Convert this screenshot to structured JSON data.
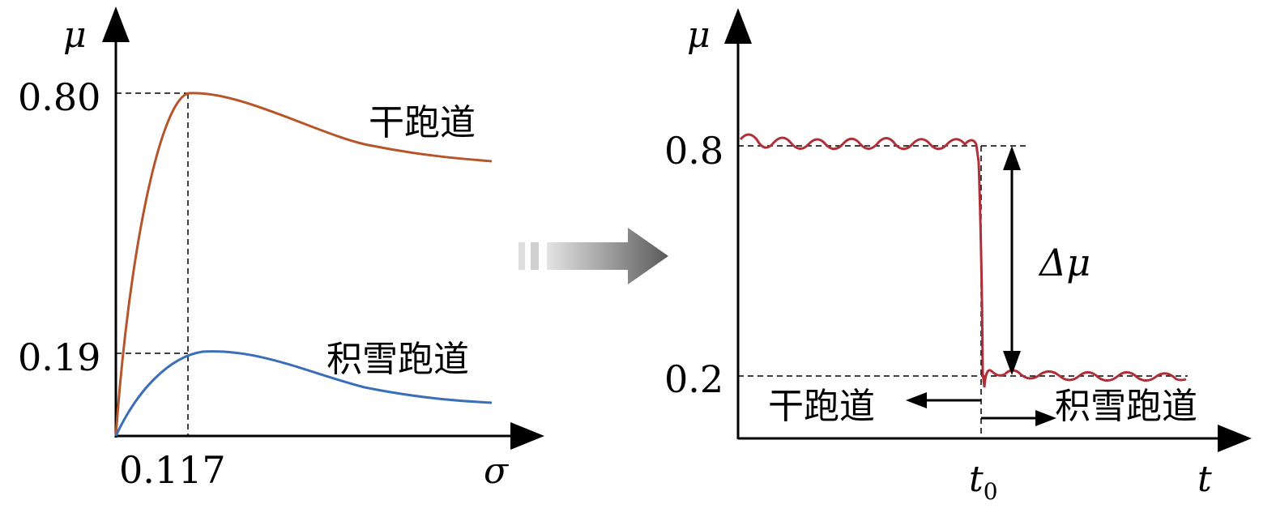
{
  "left_chart": {
    "y_axis_label": "μ",
    "x_axis_label": "σ",
    "y_tick_high": "0.80",
    "y_tick_low": "0.19",
    "x_tick_peak": "0.117",
    "dry_label": "干跑道",
    "snow_label": "积雪跑道",
    "dry_color": "#b5562a",
    "snow_color": "#3a6fb8"
  },
  "right_chart": {
    "y_axis_label": "μ",
    "x_axis_label": "t",
    "y_tick_high": "0.8",
    "y_tick_low": "0.2",
    "x_tick_switch": "t",
    "x_tick_switch_sub": "0",
    "delta_label": "Δμ",
    "dry_label": "干跑道",
    "snow_label": "积雪跑道",
    "curve_color": "#b0303a"
  },
  "transition_arrow": "gradient-arrow-icon",
  "chart_data": [
    {
      "type": "line",
      "xlabel": "σ",
      "ylabel": "μ",
      "series": [
        {
          "name": "干跑道",
          "peak": {
            "x": 0.117,
            "y": 0.8
          }
        },
        {
          "name": "积雪跑道",
          "peak": {
            "x": 0.117,
            "y": 0.19
          }
        }
      ]
    },
    {
      "type": "line",
      "xlabel": "t",
      "ylabel": "μ",
      "series": [
        {
          "name": "干跑道",
          "value": 0.8
        },
        {
          "name": "积雪跑道",
          "value": 0.2
        }
      ],
      "annotations": [
        "Δμ",
        "t0"
      ]
    }
  ]
}
